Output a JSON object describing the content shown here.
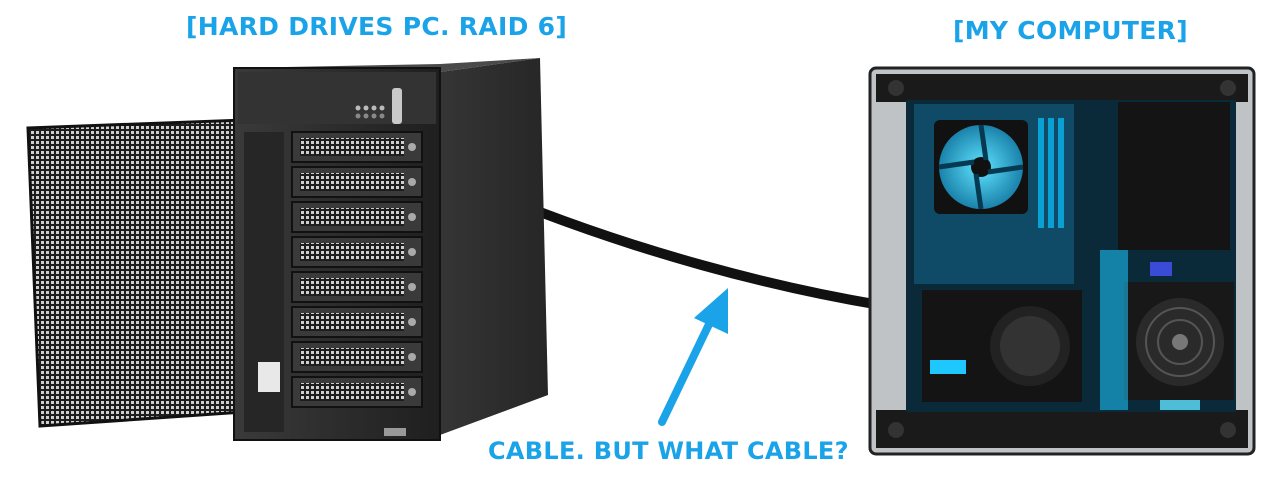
{
  "labels": {
    "hard_drives_pc": "[HARD DRIVES PC. RAID 6]",
    "my_computer": "[MY COMPUTER]",
    "cable_question": "CABLE. BUT WHAT CABLE?"
  },
  "colors": {
    "accent_blue": "#1aa3e8",
    "enclosure_dark": "#2b2b2b",
    "cable_black": "#111111",
    "pc_case_silver": "#bfc3c6",
    "pc_glow": "#1ec8ff"
  },
  "drive_bays": 8
}
